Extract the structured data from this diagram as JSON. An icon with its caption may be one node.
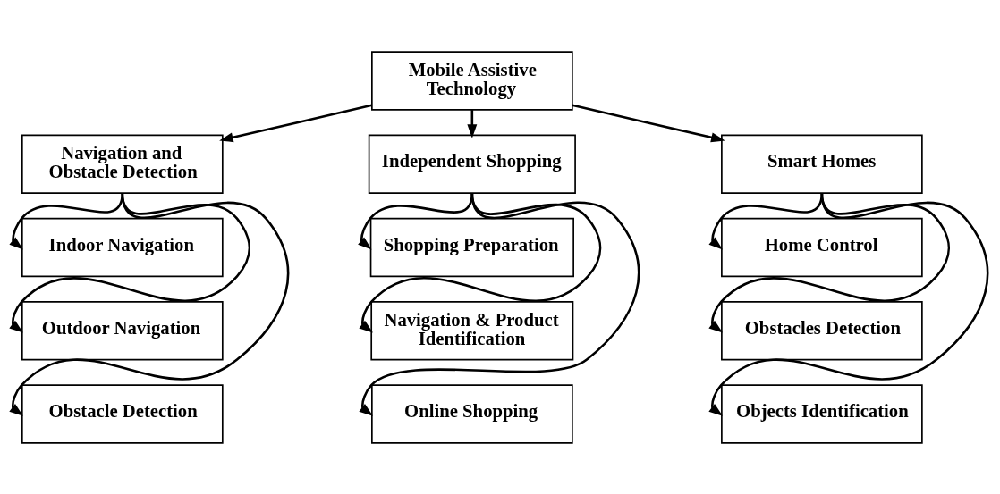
{
  "diagram": {
    "nodes": [
      {
        "text": [
          "Mobile Assistive Technology"
        ]
      },
      {
        "text": [
          "Navigation and Obstacle Detection"
        ]
      },
      {
        "text": [
          "Independent Shopping"
        ]
      },
      {
        "text": [
          "Smart Homes"
        ]
      },
      {
        "text": [
          "Indoor Navigation"
        ]
      },
      {
        "text": [
          "Outdoor Navigation"
        ]
      },
      {
        "text": [
          "Obstacle Detection"
        ]
      },
      {
        "text": [
          "Shopping Preparation"
        ]
      },
      {
        "text": [
          "Navigation & Product Identification"
        ]
      },
      {
        "text": [
          "Online Shopping"
        ]
      },
      {
        "text": [
          "Home Control"
        ]
      },
      {
        "text": [
          "Obstacles Detection"
        ]
      },
      {
        "text": [
          "Objects Identification"
        ]
      }
    ],
    "edges": [
      {
        "from": 0,
        "to": 1,
        "arrow": "to"
      },
      {
        "from": 0,
        "to": 2,
        "arrow": "to"
      },
      {
        "from": 0,
        "to": 3,
        "arrow": "to"
      },
      {
        "from": 1,
        "to": 4,
        "arrow": "to"
      },
      {
        "from": 1,
        "to": 5,
        "arrow": "to"
      },
      {
        "from": 1,
        "to": 6,
        "arrow": "to"
      },
      {
        "from": 2,
        "to": 7,
        "arrow": "to"
      },
      {
        "from": 2,
        "to": 8,
        "arrow": "to"
      },
      {
        "from": 2,
        "to": 9,
        "arrow": "to"
      },
      {
        "from": 3,
        "to": 10,
        "arrow": "to"
      },
      {
        "from": 3,
        "to": 11,
        "arrow": "to"
      },
      {
        "from": 3,
        "to": 12,
        "arrow": "to"
      }
    ]
  }
}
